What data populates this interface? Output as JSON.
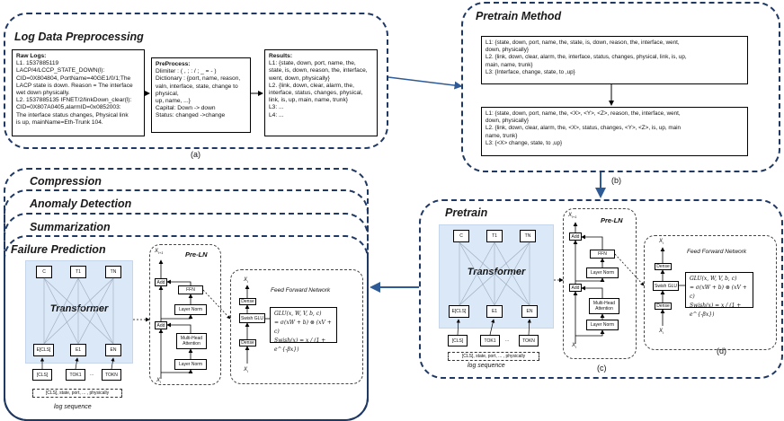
{
  "panel_a": {
    "title": "Log Data Preprocessing",
    "raw": {
      "heading": "Raw Logs:",
      "lines": [
        "L1. 1537885119",
        "LACP/4/LCCP_STATE_DOWN(l):",
        "CID=0X804804, PortName=40GE1/0/1;The",
        "LACP state is down. Reason = The interface",
        "wet down physically.",
        "L2. 1537885135 IFNET/2/linkDown_clear(l):",
        "CID=0X807A0405,alarmID=0x0852003:",
        "The interface status changes, Physical link",
        "is up, mainName=Eth-Trunk 104."
      ]
    },
    "pre": {
      "heading": "PreProcess:",
      "lines": [
        "Dlimiter : ( , ; : / ; _ = - )",
        "Dictionary : {port, name, reason,",
        "valn, interface, state, change to",
        "physical,",
        "up, name, ...}",
        "Capital: Down -> down",
        "Status: changed ->change"
      ]
    },
    "results": {
      "heading": "Results:",
      "lines": [
        "L1: {state, down, port, name, the,",
        "state, is, down, reason, the, interface,",
        "went, down, physically}",
        "L2. {link, down, clear, alarm, the,",
        "interface, status, changes, physical,",
        "link, is, up, main, name, trunk}",
        "L3: ...",
        "L4: ..."
      ]
    },
    "caption": "(a)"
  },
  "panel_b": {
    "title": "Pretrain Method",
    "top_lines": [
      "L1: {state, down, port, name, the, state, is, down, reason, the, interface, went,",
      "down, physically}",
      "L2. {link, down, clear, alarm, the, interface, status, changes, physical, link, is, up,",
      "main, name, trunk}",
      "L3: {Interface, change, state, to ,up}"
    ],
    "bottom_lines": [
      "L1: {state, down, port, name, the, <X>, <Y>, <Z>, reason, the, interface, went,",
      "down, physically}",
      "L2. {link, down, clear, alarm, the, <X>, status, changes, <Y>, <Z>, is, up, main",
      "name, trunk}",
      "L3: {<X> change, state, to ,up}"
    ],
    "caption": "(b)"
  },
  "stack_titles": [
    "Compression",
    "Anomaly Detection",
    "Summarization",
    "Failure Prediction"
  ],
  "model": {
    "transformer_label": "Transformer",
    "out_tokens": [
      "C",
      "T1",
      "TN"
    ],
    "emb_tokens": [
      "E[CLS]",
      "E1",
      "EN"
    ],
    "in_tokens_left": [
      "[CLS]",
      "TOK1",
      "...",
      "TOKN"
    ],
    "in_tokens_right": [
      "[CLS]",
      "TOK1",
      "...",
      "TOKN"
    ],
    "log_seq_text": "[CLS], state, port, ... , physically",
    "log_seq_label": "log sequence",
    "preln_title": "Pre-LN",
    "x_top": "X",
    "x_top_sub": "l+1",
    "x_bottom": "X",
    "x_bottom_sub": "l",
    "add": "Add",
    "ffn": "FFN",
    "layer_norm": "Layer Norm",
    "mha": "Multi-Head Attention",
    "ffn_title": "Feed Forward Network",
    "dense": "Dense",
    "swish": "Swish GLU",
    "x_i": "X",
    "x_i_sub": "i",
    "formula": [
      "GLU(x, W, V, b, c)",
      "= σ(xW + b) ⊗ (xV + c)",
      "Swish(x) = x / (1 + e^{-βx})"
    ]
  },
  "panel_c": {
    "title": "Pretrain",
    "caption": "(c)",
    "subcaption": "(d)"
  }
}
